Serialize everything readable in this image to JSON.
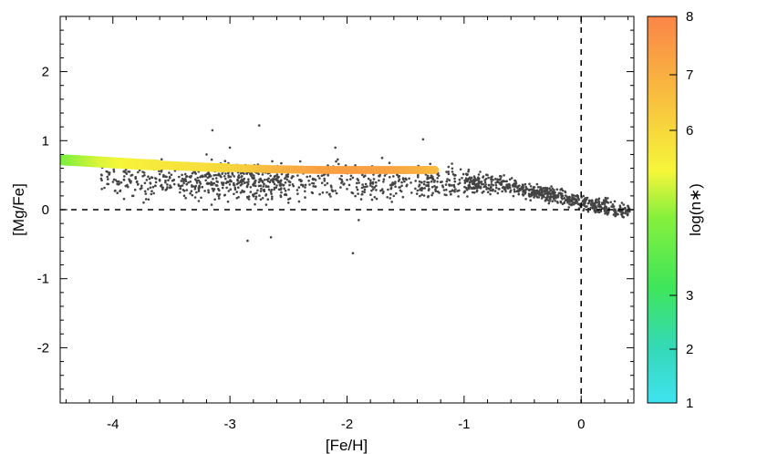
{
  "chart_data": {
    "type": "scatter",
    "title": "",
    "xlabel": "[Fe/H]",
    "ylabel": "[Mg/Fe]",
    "xlim": [
      -4.45,
      0.45
    ],
    "ylim": [
      -2.8,
      2.8
    ],
    "x_ticks": [
      {
        "value": -4,
        "label": "-4"
      },
      {
        "value": -3,
        "label": "-3"
      },
      {
        "value": -2,
        "label": "-2"
      },
      {
        "value": -1,
        "label": "-1"
      },
      {
        "value": 0,
        "label": "0"
      }
    ],
    "y_ticks": [
      {
        "value": 2,
        "label": "2"
      },
      {
        "value": 1,
        "label": "1"
      },
      {
        "value": 0,
        "label": "0"
      },
      {
        "value": -1,
        "label": "-1"
      },
      {
        "value": -2,
        "label": "-2"
      }
    ],
    "reference_lines": [
      {
        "axis": "y",
        "value": 0,
        "style": "dashed"
      },
      {
        "axis": "x",
        "value": 0,
        "style": "dashed"
      }
    ],
    "grid": false,
    "minor_ticks": true,
    "series": [
      {
        "marker": "small dots",
        "color": "#444444",
        "points": [
          [
            -4.1,
            0.45
          ],
          [
            -3.9,
            0.55
          ],
          [
            -3.8,
            0.68
          ],
          [
            -3.6,
            0.42
          ],
          [
            -3.5,
            0.6
          ],
          [
            -3.3,
            0.55
          ],
          [
            -3.2,
            0.8
          ],
          [
            -3.1,
            0.3
          ],
          [
            -3.0,
            0.9
          ],
          [
            -2.9,
            0.4
          ],
          [
            -2.8,
            0.2
          ],
          [
            -2.75,
            1.22
          ],
          [
            -2.7,
            0.55
          ],
          [
            -2.6,
            0.35
          ],
          [
            -2.5,
            0.1
          ],
          [
            -2.4,
            0.7
          ],
          [
            -2.3,
            0.25
          ],
          [
            -2.2,
            0.5
          ],
          [
            -2.1,
            0.9
          ],
          [
            -2.0,
            0.3
          ],
          [
            -1.9,
            -0.15
          ],
          [
            -1.8,
            0.35
          ],
          [
            -1.7,
            0.75
          ],
          [
            -1.6,
            0.2
          ],
          [
            -1.5,
            0.45
          ],
          [
            -1.4,
            0.6
          ],
          [
            -1.3,
            0.3
          ],
          [
            -1.2,
            0.4
          ],
          [
            -1.1,
            0.55
          ],
          [
            -1.0,
            0.25
          ],
          [
            -0.9,
            0.35
          ],
          [
            -0.8,
            0.5
          ],
          [
            -0.7,
            0.3
          ],
          [
            -0.6,
            0.28
          ],
          [
            -0.5,
            0.22
          ],
          [
            -0.4,
            0.2
          ],
          [
            -0.3,
            0.15
          ],
          [
            -0.2,
            0.1
          ],
          [
            -0.1,
            0.08
          ],
          [
            0.0,
            0.04
          ],
          [
            0.1,
            0.02
          ],
          [
            0.2,
            -0.02
          ],
          [
            0.3,
            -0.05
          ],
          [
            -2.85,
            -0.45
          ],
          [
            -2.65,
            -0.4
          ],
          [
            -1.95,
            -0.63
          ],
          [
            -3.15,
            1.15
          ],
          [
            -1.35,
            1.02
          ]
        ],
        "description": "About 2,000 stars forming a sparse band near [Mg/Fe] 0.2-0.6 at [Fe/H] below -1, tightening into a dense clump that falls from about 0.4 at [Fe/H] -0.7 to about 0 at [Fe/H] 0.3"
      },
      {
        "marker": "filled circles colored by log(n*)",
        "points": [
          {
            "x": -4.42,
            "y": 0.72,
            "c": 4.2
          },
          {
            "x": -4.3,
            "y": 0.71,
            "c": 4.6
          },
          {
            "x": -4.2,
            "y": 0.7,
            "c": 4.9
          },
          {
            "x": -4.1,
            "y": 0.69,
            "c": 5.2
          },
          {
            "x": -4.0,
            "y": 0.68,
            "c": 5.35
          },
          {
            "x": -3.9,
            "y": 0.67,
            "c": 5.5
          },
          {
            "x": -3.8,
            "y": 0.66,
            "c": 5.6
          },
          {
            "x": -3.6,
            "y": 0.645,
            "c": 5.75
          },
          {
            "x": -3.4,
            "y": 0.63,
            "c": 5.85
          },
          {
            "x": -3.2,
            "y": 0.615,
            "c": 5.95
          },
          {
            "x": -3.0,
            "y": 0.605,
            "c": 6.1
          },
          {
            "x": -2.8,
            "y": 0.595,
            "c": 6.4
          },
          {
            "x": -2.6,
            "y": 0.585,
            "c": 6.8
          },
          {
            "x": -2.4,
            "y": 0.58,
            "c": 7.1
          },
          {
            "x": -2.2,
            "y": 0.575,
            "c": 7.3
          },
          {
            "x": -2.0,
            "y": 0.575,
            "c": 7.4
          },
          {
            "x": -1.8,
            "y": 0.575,
            "c": 7.35
          },
          {
            "x": -1.6,
            "y": 0.575,
            "c": 7.25
          },
          {
            "x": -1.4,
            "y": 0.575,
            "c": 7.0
          },
          {
            "x": -1.25,
            "y": 0.575,
            "c": 6.7
          }
        ]
      }
    ],
    "colorbar": {
      "label": "log(n∗)",
      "range": [
        1,
        8
      ],
      "ticks": [
        {
          "value": 8,
          "label": "8"
        },
        {
          "value": 7,
          "label": "7"
        },
        {
          "value": 6,
          "label": "6"
        },
        {
          "value": 3,
          "label": "3"
        },
        {
          "value": 2,
          "label": "2"
        },
        {
          "value": 1,
          "label": "1"
        }
      ],
      "colors": [
        "#40e0f0",
        "#30d6a0",
        "#3ee84a",
        "#7ef040",
        "#f5f53a",
        "#f9c040",
        "#fb8a48"
      ],
      "scale": "nonlinear"
    }
  }
}
